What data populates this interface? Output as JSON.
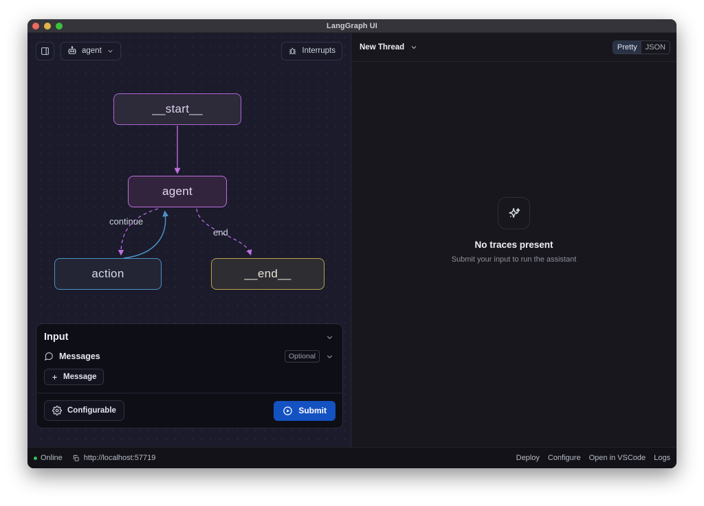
{
  "window": {
    "title": "LangGraph UI",
    "traffic_lights": [
      "close",
      "minimize",
      "zoom"
    ]
  },
  "left_panel": {
    "toolbar": {
      "sidebar_toggle_icon": "panel-left-icon",
      "assistant_button": {
        "icon": "bot-icon",
        "label": "agent",
        "chevron": "chevron-down-icon"
      },
      "interrupts_button": {
        "icon": "bug-icon",
        "label": "Interrupts"
      }
    },
    "graph": {
      "nodes": [
        {
          "id": "start",
          "label": "__start__",
          "accent": "#b065d8"
        },
        {
          "id": "agent",
          "label": "agent",
          "accent": "#c06fe0"
        },
        {
          "id": "action",
          "label": "action",
          "accent": "#4b93c6"
        },
        {
          "id": "end",
          "label": "__end__",
          "accent": "#c1a24a"
        }
      ],
      "edge_labels": [
        {
          "id": "continue",
          "label": "continue"
        },
        {
          "id": "end",
          "label": "end"
        }
      ]
    },
    "input_card": {
      "title": "Input",
      "collapse_icon": "chevron-down-icon",
      "messages_row": {
        "icon": "message-bubble-icon",
        "label": "Messages",
        "badge": "Optional",
        "chevron": "chevron-down-icon"
      },
      "add_message_button": {
        "icon": "plus-icon",
        "label": "Message"
      },
      "configurable_button": {
        "icon": "gear-icon",
        "label": "Configurable"
      },
      "submit_button": {
        "icon": "play-circle-icon",
        "label": "Submit",
        "color": "#1452c2"
      }
    }
  },
  "right_panel": {
    "thread": {
      "label": "New Thread",
      "chevron": "chevron-down-icon"
    },
    "view_toggle": {
      "options": [
        "Pretty",
        "JSON"
      ],
      "selected": "Pretty"
    },
    "empty_state": {
      "icon": "sparkles-icon",
      "title": "No traces present",
      "subtitle": "Submit your input to run the assistant"
    }
  },
  "status_bar": {
    "status": {
      "label": "Online",
      "color": "#39c15d"
    },
    "url": {
      "icon": "copy-icon",
      "label": "http://localhost:57719"
    },
    "actions": [
      "Deploy",
      "Configure",
      "Open in VSCode",
      "Logs"
    ]
  }
}
